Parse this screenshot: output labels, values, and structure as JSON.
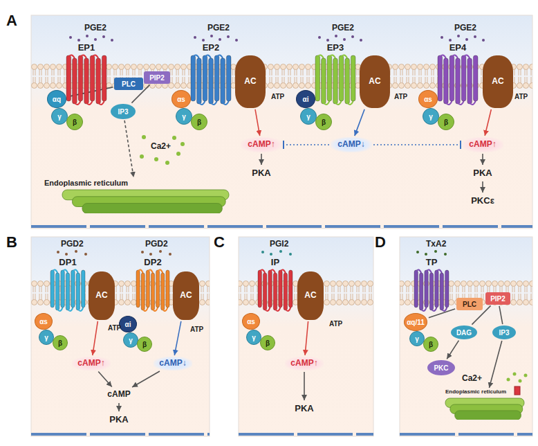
{
  "diagram": {
    "nodes": [
      {
        "text": [
          "A"
        ]
      },
      {
        "text": [
          "EP1"
        ],
        "in": 0
      },
      {
        "text": [
          "αq"
        ],
        "in": 0
      },
      {
        "text": [
          "γ"
        ],
        "in": 0
      },
      {
        "text": [
          "β"
        ],
        "in": 0
      },
      {
        "text": [
          "PLC"
        ],
        "in": 0
      },
      {
        "text": [
          "PIP2"
        ],
        "in": 0
      },
      {
        "text": [
          "IP3"
        ],
        "in": 0
      },
      {
        "text": [
          "Endoplasmic reticulum"
        ],
        "in": 0
      },
      {
        "text": [
          "EP2"
        ],
        "in": 0
      },
      {
        "text": [
          "AC"
        ],
        "in": 0
      },
      {
        "text": [
          "αs"
        ],
        "in": 0
      },
      {
        "text": [
          "γ"
        ],
        "in": 0
      },
      {
        "text": [
          "β"
        ],
        "in": 0
      },
      {
        "text": [
          "cAMP↑"
        ],
        "in": 0
      },
      {
        "text": [
          "PKA"
        ],
        "in": 0
      },
      {
        "text": [
          "EP3"
        ],
        "in": 0
      },
      {
        "text": [
          "AC"
        ],
        "in": 0
      },
      {
        "text": [
          "αi"
        ],
        "in": 0
      },
      {
        "text": [
          "γ"
        ],
        "in": 0
      },
      {
        "text": [
          "β"
        ],
        "in": 0
      },
      {
        "text": [
          "cAMP↓"
        ],
        "in": 0
      },
      {
        "text": [
          "EP4"
        ],
        "in": 0
      },
      {
        "text": [
          "AC"
        ],
        "in": 0
      },
      {
        "text": [
          "αs"
        ],
        "in": 0
      },
      {
        "text": [
          "γ"
        ],
        "in": 0
      },
      {
        "text": [
          "β"
        ],
        "in": 0
      },
      {
        "text": [
          "cAMP↑"
        ],
        "in": 0
      },
      {
        "text": [
          "PKA"
        ],
        "in": 0
      },
      {
        "text": [
          "PKCε"
        ],
        "in": 0
      },
      {
        "text": [
          "B"
        ]
      },
      {
        "text": [
          "DP1"
        ],
        "in": 30
      },
      {
        "text": [
          "AC"
        ],
        "in": 30
      },
      {
        "text": [
          "αs"
        ],
        "in": 30
      },
      {
        "text": [
          "γ"
        ],
        "in": 30
      },
      {
        "text": [
          "β"
        ],
        "in": 30
      },
      {
        "text": [
          "DP2"
        ],
        "in": 30
      },
      {
        "text": [
          "AC"
        ],
        "in": 30
      },
      {
        "text": [
          "αi"
        ],
        "in": 30
      },
      {
        "text": [
          "γ"
        ],
        "in": 30
      },
      {
        "text": [
          "β"
        ],
        "in": 30
      },
      {
        "text": [
          "cAMP↑"
        ],
        "in": 30
      },
      {
        "text": [
          "cAMP↓"
        ],
        "in": 30
      },
      {
        "text": [
          "cAMP"
        ],
        "in": 30
      },
      {
        "text": [
          "PKA"
        ],
        "in": 30
      },
      {
        "text": [
          "C"
        ]
      },
      {
        "text": [
          "IP"
        ],
        "in": 45
      },
      {
        "text": [
          "AC"
        ],
        "in": 45
      },
      {
        "text": [
          "αs"
        ],
        "in": 45
      },
      {
        "text": [
          "γ"
        ],
        "in": 45
      },
      {
        "text": [
          "β"
        ],
        "in": 45
      },
      {
        "text": [
          "cAMP↑"
        ],
        "in": 45
      },
      {
        "text": [
          "PKA"
        ],
        "in": 45
      },
      {
        "text": [
          "D"
        ]
      },
      {
        "text": [
          "TP"
        ],
        "in": 53
      },
      {
        "text": [
          "αq/11"
        ],
        "in": 53
      },
      {
        "text": [
          "γ"
        ],
        "in": 53
      },
      {
        "text": [
          "β"
        ],
        "in": 53
      },
      {
        "text": [
          "PLC"
        ],
        "in": 53
      },
      {
        "text": [
          "PIP2"
        ],
        "in": 53
      },
      {
        "text": [
          "DAG"
        ],
        "in": 53
      },
      {
        "text": [
          "IP3"
        ],
        "in": 53
      },
      {
        "text": [
          "PKC"
        ],
        "in": 53
      },
      {
        "text": [
          "Endoplasmic reticulum"
        ],
        "in": 53
      }
    ],
    "edges": [
      {
        "from": 2,
        "to": 5,
        "arrow": "none"
      },
      {
        "from": 6,
        "to": 7,
        "arrow": "none"
      },
      {
        "from": 7,
        "to": 8,
        "arrow": "to"
      },
      {
        "from": 10,
        "to": 14,
        "arrow": "to"
      },
      {
        "from": 14,
        "to": 15,
        "arrow": "to"
      },
      {
        "from": 17,
        "to": 21,
        "arrow": "to"
      },
      {
        "from": 21,
        "to": 14,
        "arrow": "to"
      },
      {
        "from": 21,
        "to": 27,
        "arrow": "to"
      },
      {
        "from": 23,
        "to": 27,
        "arrow": "to"
      },
      {
        "from": 27,
        "to": 28,
        "arrow": "to"
      },
      {
        "from": 28,
        "to": 29,
        "arrow": "to"
      },
      {
        "from": 32,
        "to": 41,
        "arrow": "to"
      },
      {
        "from": 37,
        "to": 42,
        "arrow": "to"
      },
      {
        "from": 41,
        "to": 43,
        "arrow": "to"
      },
      {
        "from": 42,
        "to": 43,
        "arrow": "to"
      },
      {
        "from": 43,
        "to": 44,
        "arrow": "to"
      },
      {
        "from": 47,
        "to": 51,
        "arrow": "to"
      },
      {
        "from": 51,
        "to": 52,
        "arrow": "to"
      },
      {
        "from": 55,
        "to": 58,
        "arrow": "none"
      },
      {
        "from": 59,
        "to": 60,
        "arrow": "none"
      },
      {
        "from": 59,
        "to": 61,
        "arrow": "none"
      },
      {
        "from": 60,
        "to": 62,
        "arrow": "to"
      },
      {
        "from": 61,
        "to": 63,
        "arrow": "to"
      }
    ],
    "labels": [
      "PGE2",
      "PGE2",
      "PGE2",
      "PGE2",
      "ATP",
      "ATP",
      "ATP",
      "Ca2+",
      "PGD2",
      "PGD2",
      "ATP",
      "ATP",
      "PGI2",
      "ATP",
      "TxA2",
      "Ca2+"
    ]
  }
}
